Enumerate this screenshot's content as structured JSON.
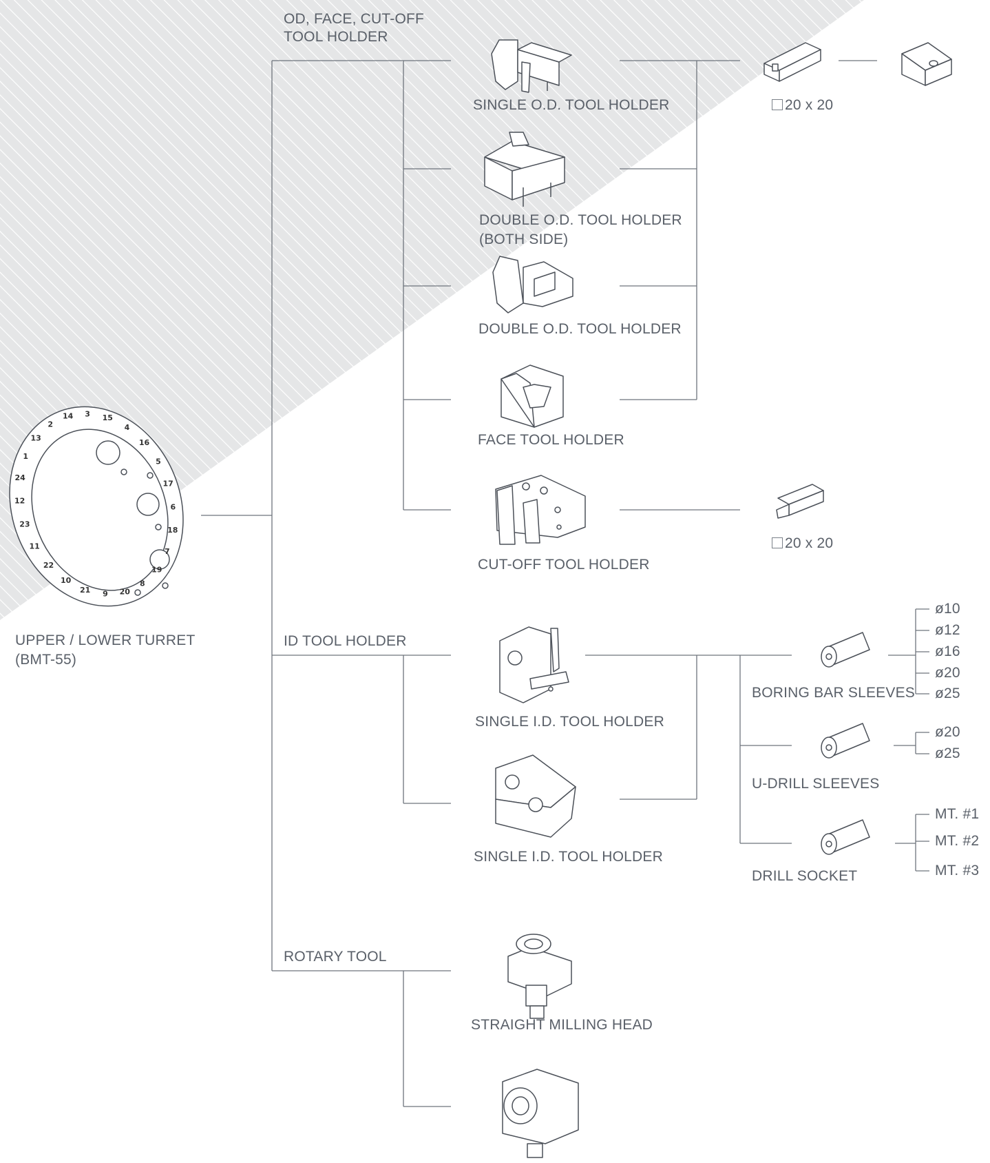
{
  "root": {
    "label": "UPPER / LOWER TURRET",
    "model": "(BMT-55)",
    "numbers": [
      "13",
      "2",
      "14",
      "3",
      "15",
      "4",
      "16",
      "5",
      "17",
      "6",
      "18",
      "7",
      "19",
      "8",
      "20",
      "9",
      "21",
      "10",
      "22",
      "11",
      "23",
      "12",
      "24",
      "1"
    ]
  },
  "branches": {
    "od_face_cutoff": {
      "line1": "OD,  FACE,  CUT-OFF",
      "line2": "TOOL HOLDER"
    },
    "id": {
      "label": "ID TOOL HOLDER"
    },
    "rotary": {
      "label": "ROTARY TOOL"
    }
  },
  "holders": {
    "single_od": "SINGLE O.D. TOOL HOLDER",
    "double_od_both_1": "DOUBLE O.D. TOOL HOLDER",
    "double_od_both_2": "(BOTH SIDE)",
    "double_od": "DOUBLE O.D. TOOL HOLDER",
    "face": "FACE TOOL HOLDER",
    "cutoff": "CUT-OFF TOOL HOLDER",
    "single_id_1": "SINGLE I.D. TOOL HOLDER",
    "single_id_2": "SINGLE I.D. TOOL HOLDER",
    "straight_milling": "STRAIGHT MILLING HEAD"
  },
  "tools": {
    "od_tool_size": "20 x 20",
    "cutoff_tool_size": "20 x 20",
    "boring_bar_sleeves": "BORING BAR SLEEVES",
    "u_drill_sleeves": "U-DRILL SLEEVES",
    "drill_socket": "DRILL SOCKET"
  },
  "sizes": {
    "boring": [
      "ø10",
      "ø12",
      "ø16",
      "ø20",
      "ø25"
    ],
    "udrill": [
      "ø20",
      "ø25"
    ],
    "socket": [
      "MT. #1",
      "MT. #2",
      "MT. #3"
    ]
  }
}
